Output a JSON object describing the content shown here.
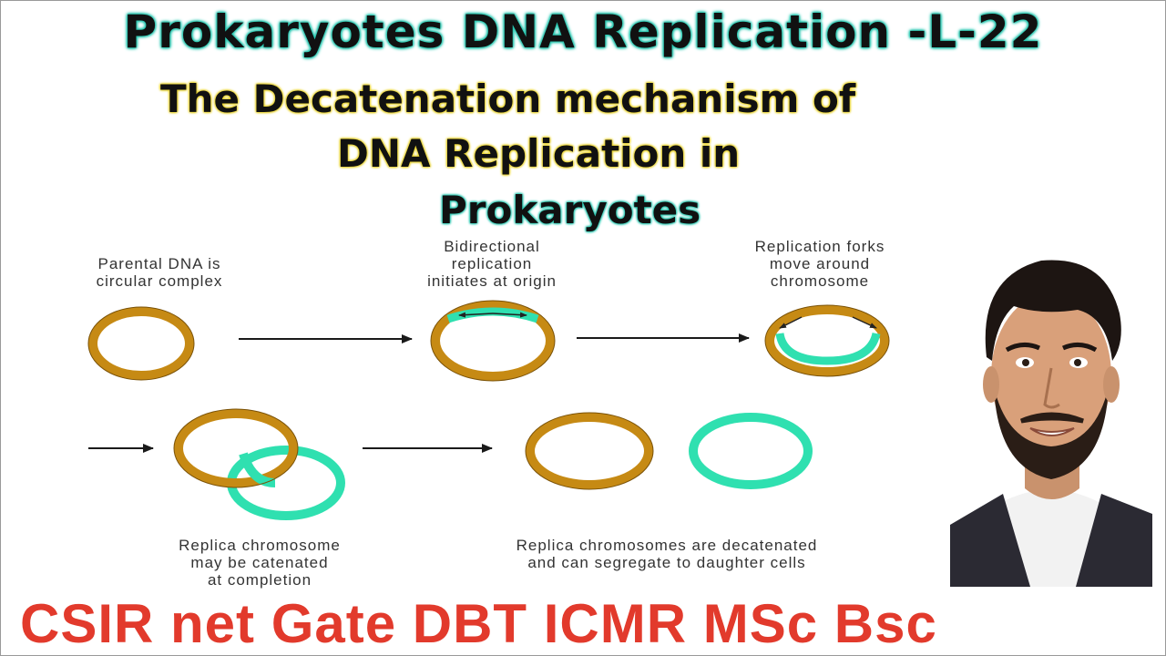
{
  "title": "Prokaryotes DNA Replication -L-22",
  "subtitle": {
    "line1": "The Decatenation mechanism of",
    "line2": "DNA Replication in",
    "line3": "Prokaryotes"
  },
  "steps": [
    {
      "lines": [
        "Parental DNA is",
        "circular complex"
      ]
    },
    {
      "lines": [
        "Bidirectional",
        "replication",
        "initiates at origin"
      ]
    },
    {
      "lines": [
        "Replication forks",
        "move around",
        "chromosome"
      ]
    },
    {
      "lines": [
        "Replica chromosome",
        "may be catenated",
        "at completion"
      ]
    },
    {
      "lines": [
        "Replica chromosomes are decatenated",
        "and can segregate to daughter cells"
      ]
    }
  ],
  "footer": "CSIR net Gate DBT ICMR MSc Bsc",
  "colors": {
    "parental_ring": "#c68a14",
    "replica_ring": "#2fe0b0",
    "footer_text": "#e23a2c"
  },
  "icons": [
    "arrow-right-icon",
    "instructor-portrait"
  ]
}
